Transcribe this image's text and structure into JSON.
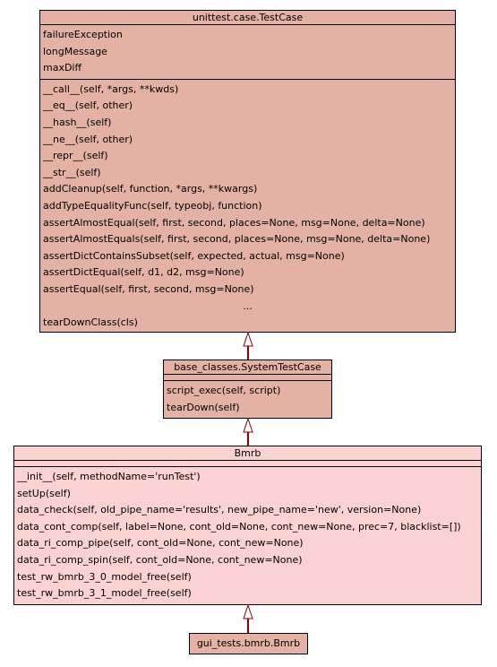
{
  "testcase": {
    "title": "unittest.case.TestCase",
    "attributes": [
      "failureException",
      "longMessage",
      "maxDiff"
    ],
    "methods": [
      "__call__(self, *args, **kwds)",
      "__eq__(self, other)",
      "__hash__(self)",
      "__ne__(self, other)",
      "__repr__(self)",
      "__str__(self)",
      "addCleanup(self, function, *args, **kwargs)",
      "addTypeEqualityFunc(self, typeobj, function)",
      "assertAlmostEqual(self, first, second, places=None, msg=None, delta=None)",
      "assertAlmostEquals(self, first, second, places=None, msg=None, delta=None)",
      "assertDictContainsSubset(self, expected, actual, msg=None)",
      "assertDictEqual(self, d1, d2, msg=None)",
      "assertEqual(self, first, second, msg=None)"
    ],
    "ellipsis": "...",
    "last_method": "tearDownClass(cls)"
  },
  "systemtestcase": {
    "title": "base_classes.SystemTestCase",
    "methods": [
      "script_exec(self, script)",
      "tearDown(self)"
    ]
  },
  "bmrb": {
    "title": "Bmrb",
    "methods": [
      "__init__(self, methodName='runTest')",
      "setUp(self)",
      "data_check(self, old_pipe_name='results', new_pipe_name='new', version=None)",
      "data_cont_comp(self, label=None, cont_old=None, cont_new=None, prec=7, blacklist=[])",
      "data_ri_comp_pipe(self, cont_old=None, cont_new=None)",
      "data_ri_comp_spin(self, cont_old=None, cont_new=None)",
      "test_rw_bmrb_3_0_model_free(self)",
      "test_rw_bmrb_3_1_model_free(self)"
    ]
  },
  "gui_bmrb": {
    "title": "gui_tests.bmrb.Bmrb"
  },
  "colors": {
    "class_fill": "#e3b2a4",
    "highlight_fill": "#fbd2d2",
    "edge": "#8b0000"
  }
}
